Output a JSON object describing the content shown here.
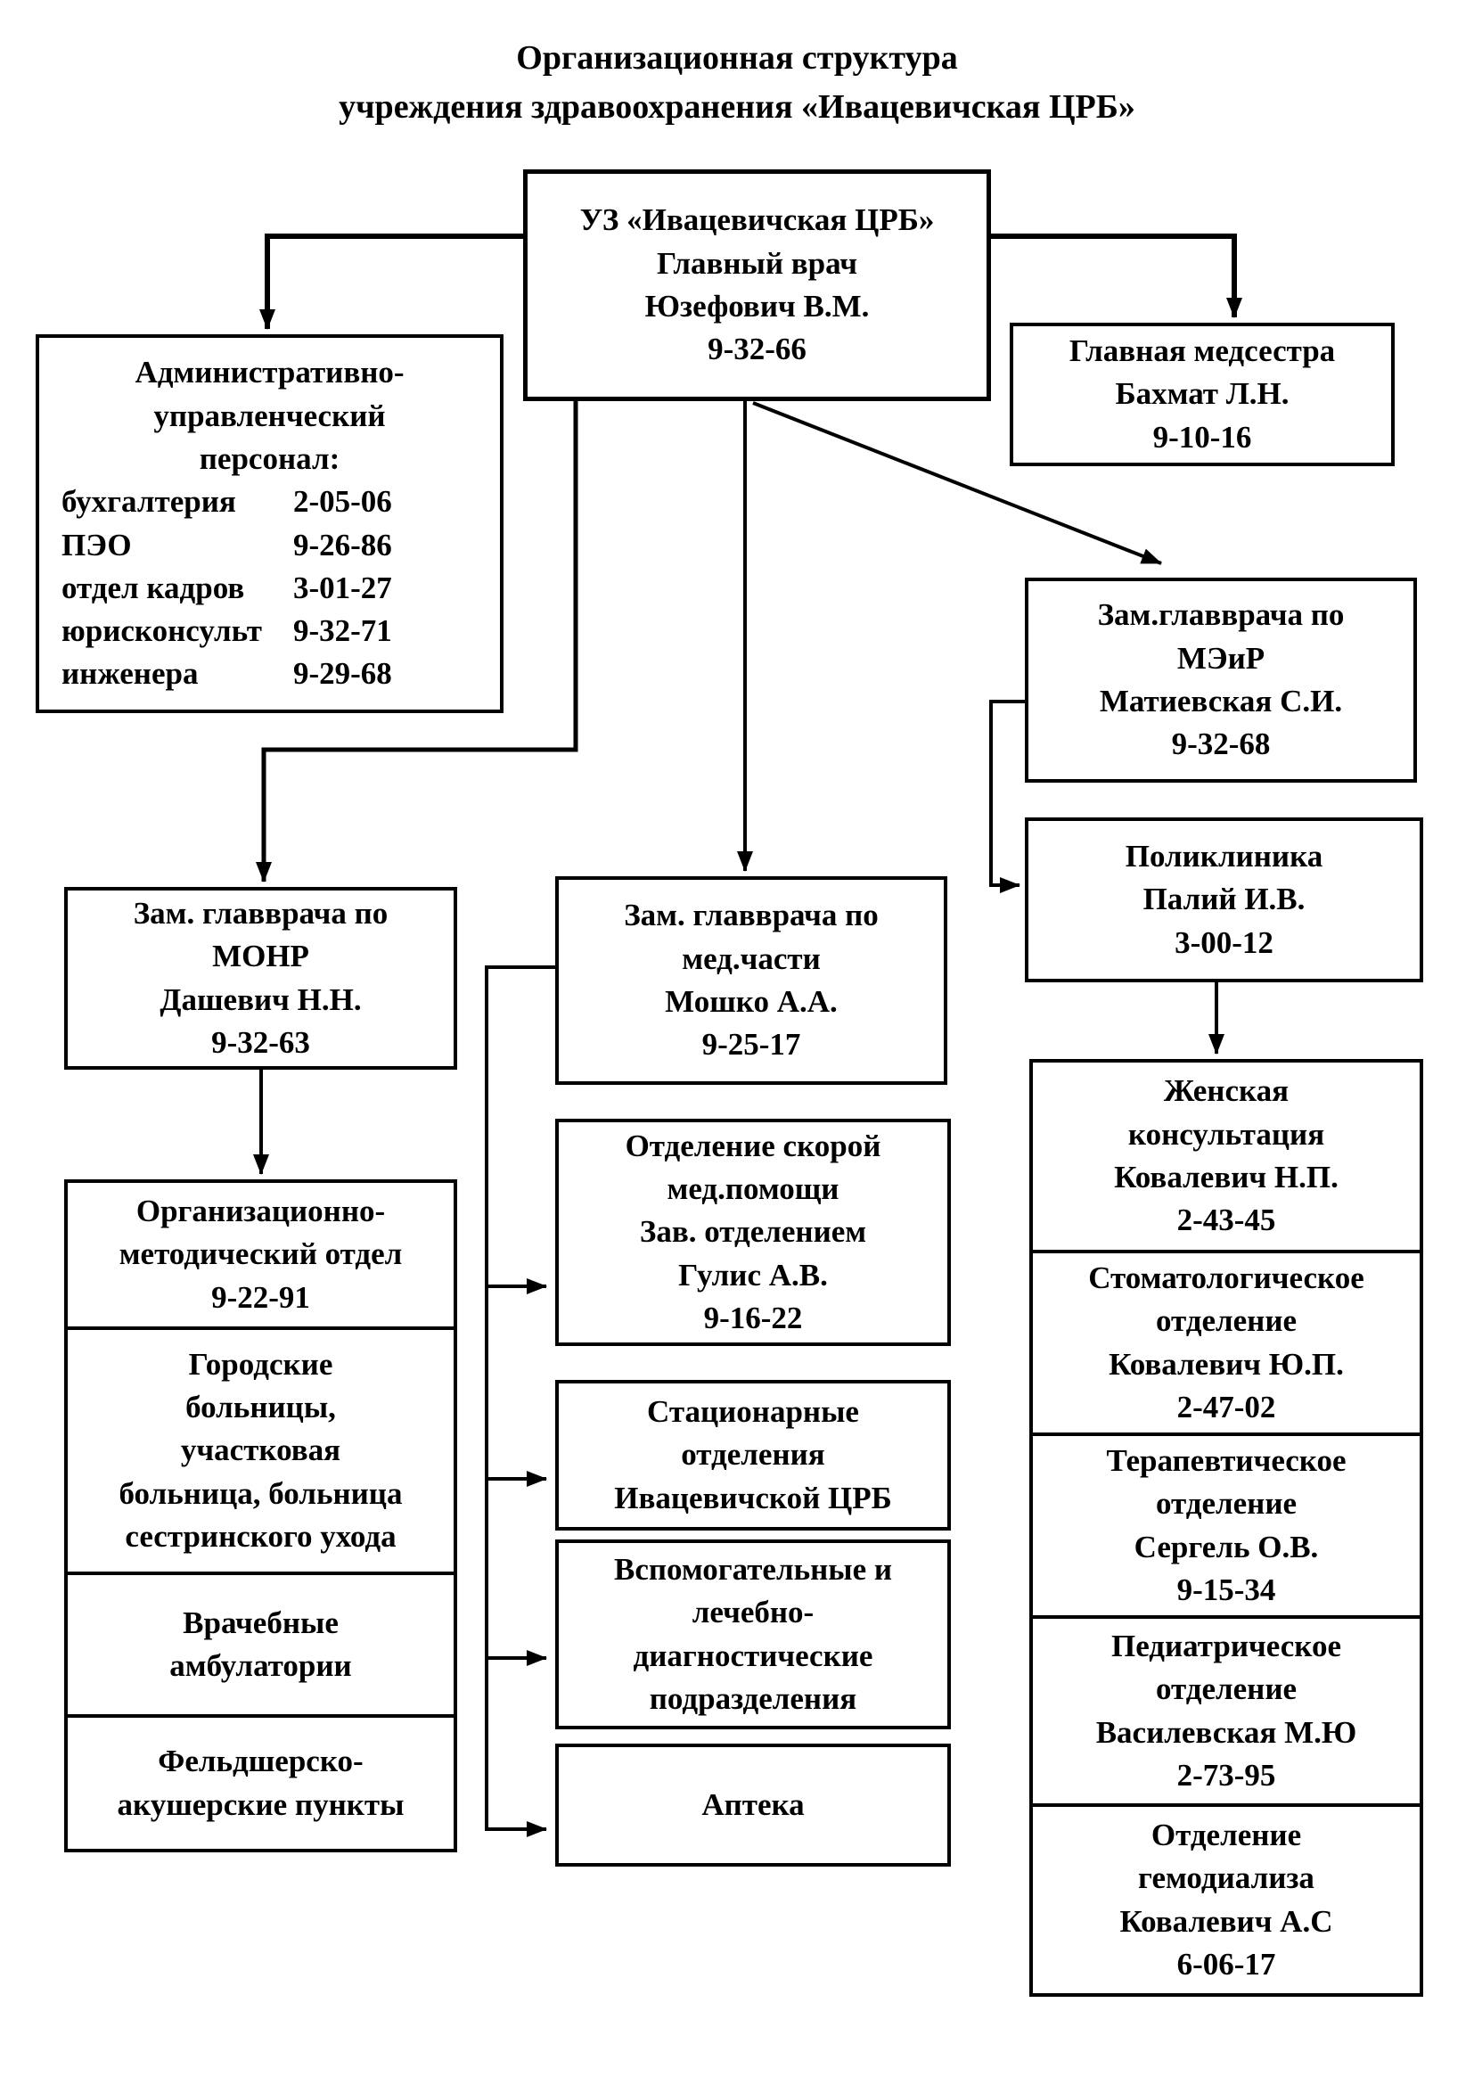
{
  "title": {
    "line1": "Организационная структура",
    "line2": "учреждения здравоохранения «Ивацевичская ЦРБ»"
  },
  "boxes": {
    "main": {
      "lines": [
        "УЗ «Ивацевичская ЦРБ»",
        "Главный врач",
        "Юзефович В.М.",
        "9-32-66"
      ]
    },
    "head_nurse": {
      "lines": [
        "Главная медсестра",
        "Бахмат Л.Н.",
        "9-10-16"
      ]
    },
    "meir": {
      "lines": [
        "Зам.главврача по",
        "МЭиР",
        "Матиевская С.И.",
        "9-32-68"
      ]
    },
    "polyclinic": {
      "lines": [
        "Поликлиника",
        "Палий И.В.",
        "3-00-12"
      ]
    },
    "monr": {
      "lines": [
        "Зам. главврача по",
        "МОНР",
        "Дашевич Н.Н.",
        "9-32-63"
      ]
    },
    "med_part": {
      "lines": [
        "Зам. главврача по",
        "мед.части",
        "Мошко А.А.",
        "9-25-17"
      ]
    },
    "ambulance": {
      "lines": [
        "Отделение скорой",
        "мед.помощи",
        "Зав. отделением",
        "Гулис А.В.",
        "9-16-22"
      ]
    },
    "inpatient": {
      "lines": [
        "Стационарные",
        "отделения",
        "Ивацевичской ЦРБ"
      ]
    },
    "auxiliary": {
      "lines": [
        "Вспомогательные и",
        "лечебно-",
        "диагностические",
        "подразделения"
      ]
    },
    "pharmacy": {
      "lines": [
        "Аптека"
      ]
    }
  },
  "admin": {
    "title_lines": [
      "Административно-",
      "управленческий",
      "персонал:"
    ],
    "rows": [
      {
        "label": "бухгалтерия",
        "phone": "2-05-06"
      },
      {
        "label": "ПЭО",
        "phone": "9-26-86"
      },
      {
        "label": "отдел кадров",
        "phone": "3-01-27"
      },
      {
        "label": "юрисконсульт",
        "phone": "9-32-71"
      },
      {
        "label": "инженера",
        "phone": "9-29-68"
      }
    ]
  },
  "left_column": {
    "cells": [
      {
        "lines": [
          "Организационно-",
          "методический отдел",
          "9-22-91"
        ]
      },
      {
        "lines": [
          "Городские",
          "больницы,",
          "участковая",
          "больница, больница",
          "сестринского ухода"
        ]
      },
      {
        "lines": [
          "Врачебные",
          "амбулатории"
        ]
      },
      {
        "lines": [
          "Фельдшерско-",
          "акушерские пункты"
        ]
      }
    ]
  },
  "right_column": {
    "cells": [
      {
        "lines": [
          "Женская",
          "консультация",
          "Ковалевич Н.П.",
          "2-43-45"
        ]
      },
      {
        "lines": [
          "Стоматологическое",
          "отделение",
          "Ковалевич Ю.П.",
          "2-47-02"
        ]
      },
      {
        "lines": [
          "Терапевтическое",
          "отделение",
          "Сергель О.В.",
          "9-15-34"
        ]
      },
      {
        "lines": [
          "Педиатрическое",
          "отделение",
          "Василевская М.Ю",
          "2-73-95"
        ]
      },
      {
        "lines": [
          "Отделение",
          "гемодиализа",
          "Ковалевич А.С",
          "6-06-17"
        ]
      }
    ]
  }
}
